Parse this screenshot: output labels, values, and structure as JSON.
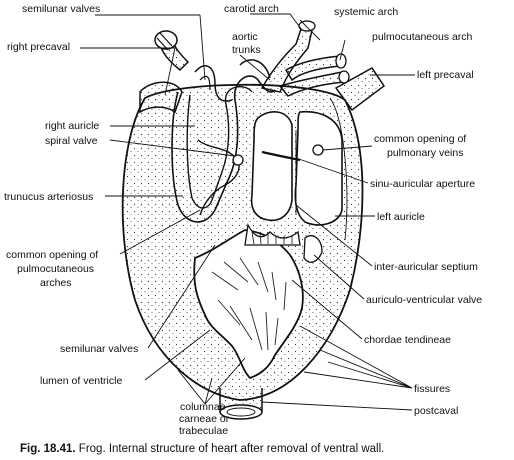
{
  "labels": {
    "semilunar_valves_top": "semilunar valves",
    "carotid_arch": "carotid arch",
    "systemic_arch": "systemic arch",
    "pulmocutaneous_arch": "pulmocutaneous arch",
    "right_precaval": "right precaval",
    "aortic_trunks_1": "aortic",
    "aortic_trunks_2": "trunks",
    "left_precaval": "left precaval",
    "right_auricle": "right auricle",
    "spiral_valve": "spiral valve",
    "common_opening_pv_1": "common opening of",
    "common_opening_pv_2": "pulmonary veins",
    "sinu_auricular_aperture": "sinu-auricular aperture",
    "truncus_arteriosus": "trunucus arteriosus",
    "left_auricle": "left auricle",
    "common_opening_pc_1": "common opening of",
    "common_opening_pc_2": "pulmocutaneous",
    "common_opening_pc_3": "arches",
    "inter_auricular_septium": "inter-auricular septium",
    "auriculo_ventricular_valve": "auriculo-ventricular valve",
    "chordae_tendineae": "chordae tendineae",
    "semilunar_valves_bottom": "semilunar valves",
    "lumen_of_ventricle": "lumen of ventricle",
    "columnae_1": "columnae",
    "columnae_2": "carneae or",
    "columnae_3": "trabeculae",
    "fissures": "fissures",
    "postcaval": "postcaval"
  },
  "caption": {
    "prefix": "Fig. 18.41.",
    "text": " Frog. Internal structure of heart after removal of ventral wall."
  }
}
